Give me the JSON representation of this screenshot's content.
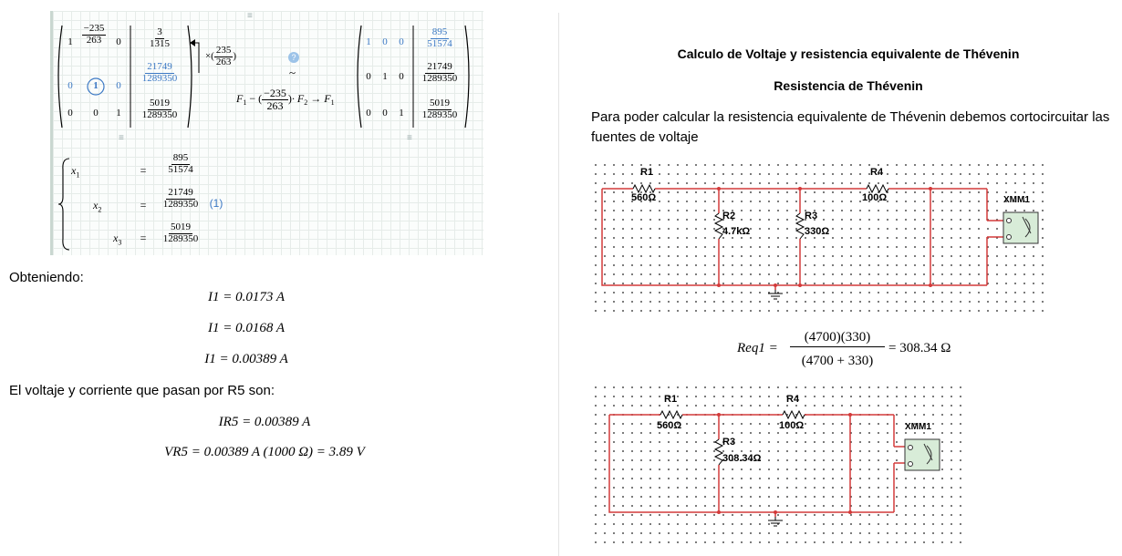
{
  "left": {
    "matrix": {
      "rows": [
        {
          "c1": "1",
          "c2_num": "−235",
          "c2_den": "263",
          "c3": "0",
          "aug_num": "3",
          "aug_den": "1315"
        },
        {
          "c1": "0",
          "c2": "1",
          "c3": "0",
          "aug_num": "21749",
          "aug_den": "1289350"
        },
        {
          "c1": "0",
          "c2": "0",
          "c3": "1",
          "aug_num": "5019",
          "aug_den": "1289350"
        }
      ],
      "multiplier_num": "235",
      "multiplier_den": "263",
      "op_left": "F",
      "op_sub1": "1",
      "op_minus": "−",
      "op_frac_num": "−235",
      "op_frac_den": "263",
      "op_dot": "· F",
      "op_sub2": "2",
      "op_arrow": "→ F",
      "op_sub3": "1",
      "tilde": "~",
      "help": "?",
      "result_rows": [
        {
          "c1": "1",
          "c2": "0",
          "c3": "0",
          "aug_num": "895",
          "aug_den": "51574"
        },
        {
          "c1": "0",
          "c2": "1",
          "c3": "0",
          "aug_num": "21749",
          "aug_den": "1289350"
        },
        {
          "c1": "0",
          "c2": "0",
          "c3": "1",
          "aug_num": "5019",
          "aug_den": "1289350"
        }
      ]
    },
    "system": {
      "rows": [
        {
          "var": "x",
          "sub": "1",
          "eq": "=",
          "num": "895",
          "den": "51574"
        },
        {
          "var": "x",
          "sub": "2",
          "eq": "=",
          "num": "21749",
          "den": "1289350"
        },
        {
          "var": "x",
          "sub": "3",
          "eq": "=",
          "num": "5019",
          "den": "1289350"
        }
      ],
      "tag": "(1)"
    },
    "obteniendo": "Obteniendo:",
    "results": [
      "I1 = 0.0173 A",
      "I1 = 0.0168 A",
      "I1 = 0.00389 A"
    ],
    "vr_intro": "El voltaje y corriente que pasan por R5 son:",
    "ir5": "IR5 = 0.00389 A",
    "vr5": "VR5 = 0.00389 A (1000 Ω) = 3.89 V"
  },
  "right": {
    "title": "Calculo de Voltaje y resistencia equivalente de Thévenin",
    "subtitle": "Resistencia de Thévenin",
    "paragraph": "Para poder calcular la resistencia equivalente de Thévenin debemos cortocircuitar las fuentes de voltaje",
    "circuit1": {
      "r1_name": "R1",
      "r1_value": "560Ω",
      "r2_name": "R2",
      "r2_value": "4.7kΩ",
      "r3_name": "R3",
      "r3_value": "330Ω",
      "r4_name": "R4",
      "r4_value": "100Ω",
      "meter": "XMM1"
    },
    "req_lhs": "Req1 =",
    "req_num": "(4700)(330)",
    "req_den": "(4700 + 330)",
    "req_rhs": "= 308.34 Ω",
    "circuit2": {
      "r1_name": "R1",
      "r1_value": "560Ω",
      "r3_name": "R3",
      "r3_value": "308.34Ω",
      "r4_name": "R4",
      "r4_value": "100Ω",
      "meter": "XMM1"
    }
  }
}
